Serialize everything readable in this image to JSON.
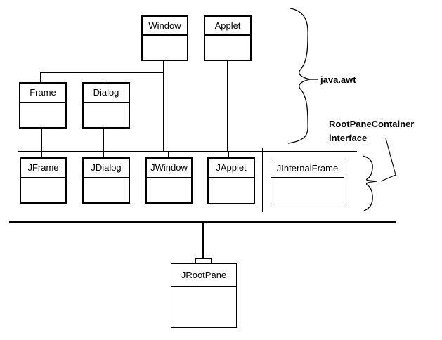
{
  "diagram": {
    "background": "#ffffff",
    "line_color": "#000000",
    "classes": [
      {
        "label": "Window"
      },
      {
        "label": "Applet"
      },
      {
        "label": "Frame"
      },
      {
        "label": "Dialog"
      },
      {
        "label": "JFrame"
      },
      {
        "label": "JDialog"
      },
      {
        "label": "JWindow"
      },
      {
        "label": "JApplet"
      },
      {
        "label": "JInternalFrame"
      },
      {
        "label": "JRootPane"
      }
    ],
    "annotations": {
      "package": {
        "label": "java.awt"
      },
      "interface": {
        "line1": "RootPaneContainer",
        "line2": "interface"
      }
    }
  }
}
